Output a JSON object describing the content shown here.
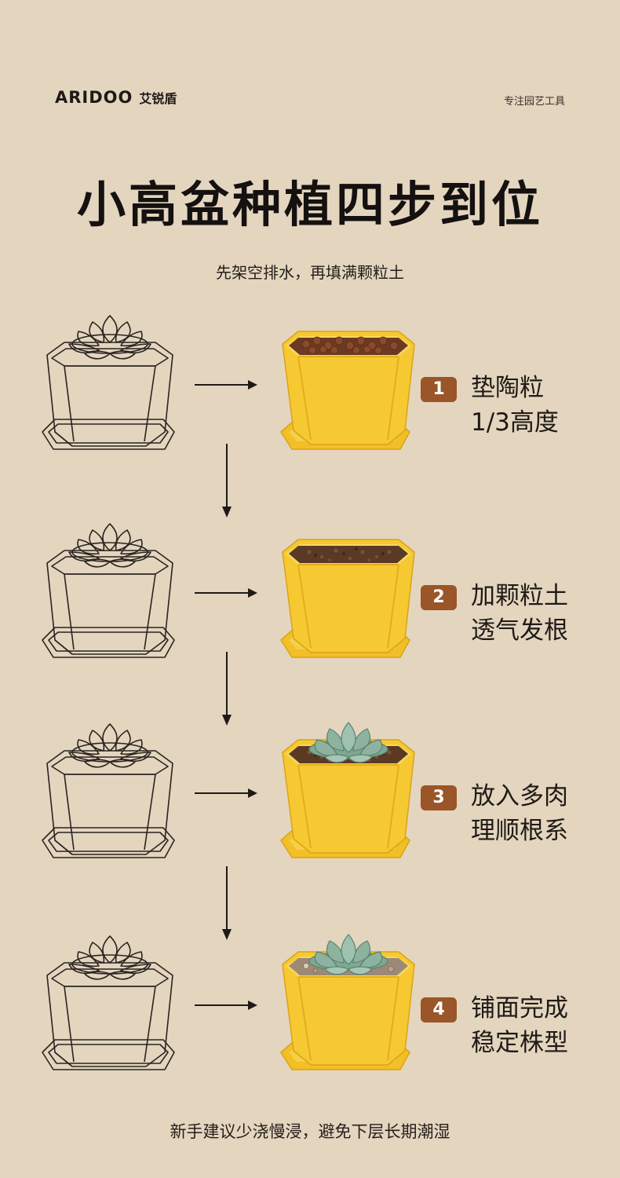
{
  "brand": {
    "logo_text": "ARIDOO",
    "logo_cn": "艾锐盾",
    "tagline": "专注园艺工具"
  },
  "title": "小高盆种植四步到位",
  "subtitle": "先架空排水，再填满颗粒土",
  "steps": [
    {
      "number": "1",
      "line1": "垫陶粒",
      "line2": "1/3高度",
      "fill": "clay-pebbles"
    },
    {
      "number": "2",
      "line1": "加颗粒土",
      "line2": "透气发根",
      "fill": "granular-soil"
    },
    {
      "number": "3",
      "line1": "放入多肉",
      "line2": "理顺根系",
      "fill": "soil-with-succulent"
    },
    {
      "number": "4",
      "line1": "铺面完成",
      "line2": "稳定株型",
      "fill": "gravel-with-succulent"
    }
  ],
  "footer": "新手建议少浇慢浸，避免下层长期潮湿",
  "colors": {
    "background": "#e4d5bf",
    "pot": "#f5c937",
    "badge": "#9a5528",
    "text": "#1f1a16"
  }
}
